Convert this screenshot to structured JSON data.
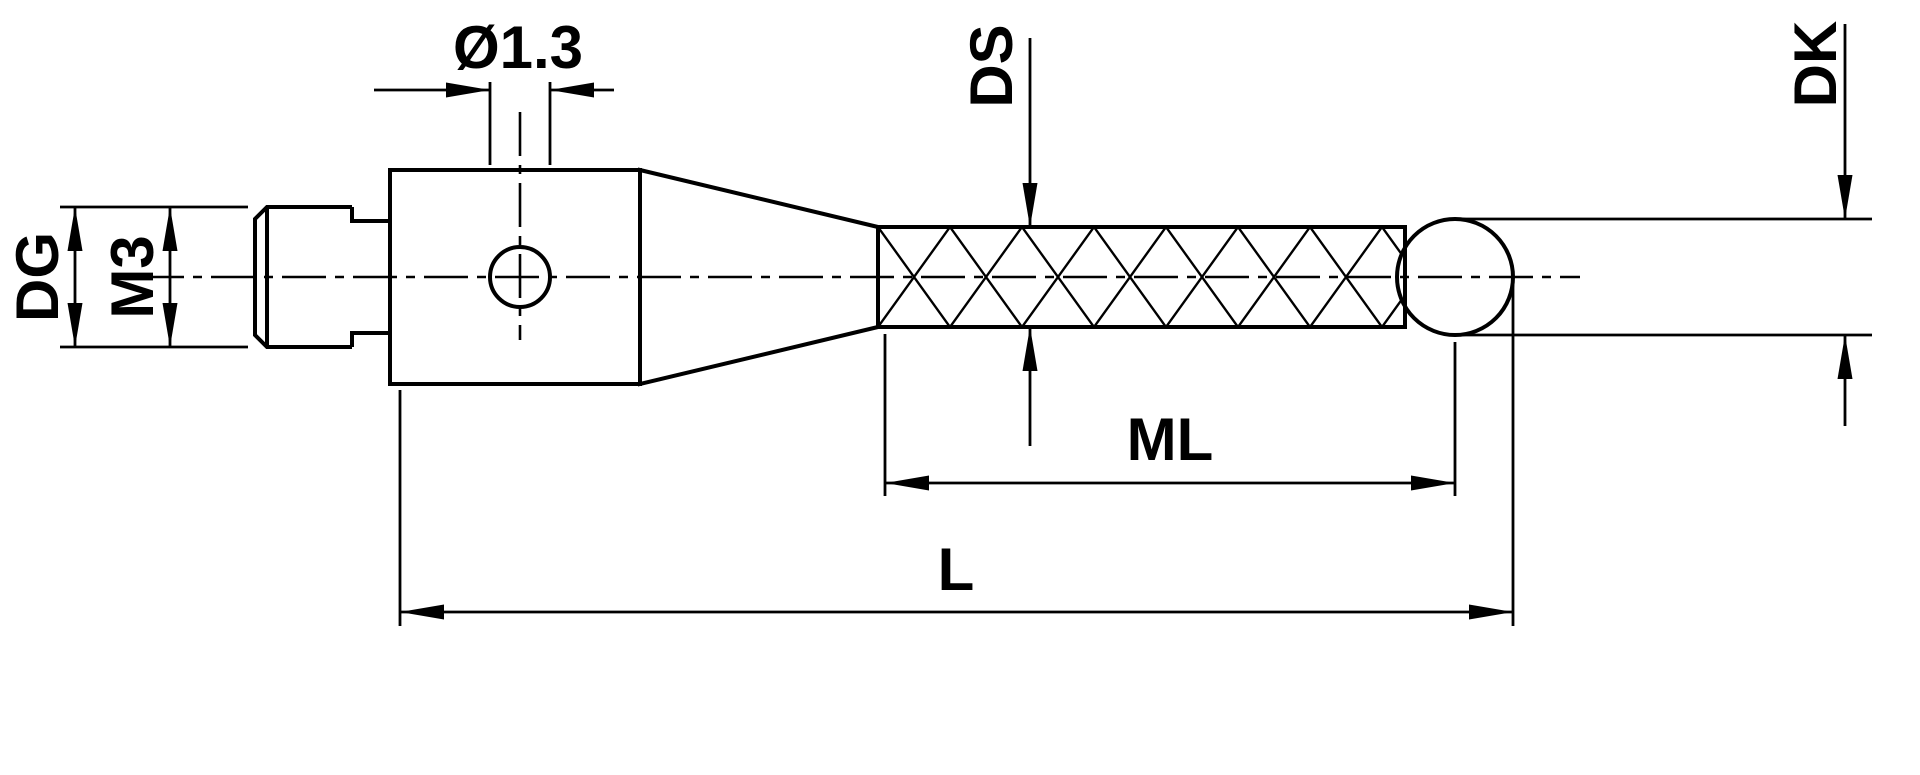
{
  "drawing": {
    "background": "#ffffff",
    "line_color": "#000000",
    "labels": {
      "hole_diameter": "Ø1.3",
      "shaft_diameter": "DS",
      "ball_diameter": "DK",
      "thread_outer_diameter": "DG",
      "thread": "M3",
      "measuring_length": "ML",
      "overall_length": "L"
    }
  }
}
